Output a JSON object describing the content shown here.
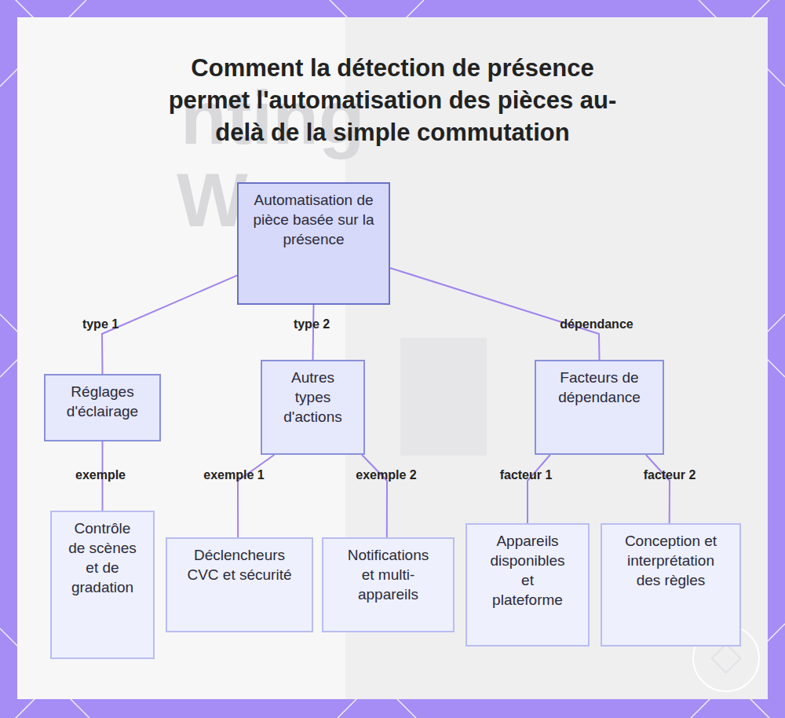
{
  "diagram": {
    "title": "Comment la détection de présence permet l'automatisation des pièces au-delà de la simple commutation",
    "nodes": [
      {
        "text": [
          "Automatisation de pièce basée sur la présence"
        ]
      },
      {
        "text": [
          "Réglages d'éclairage"
        ]
      },
      {
        "text": [
          "Autres types d'actions"
        ]
      },
      {
        "text": [
          "Facteurs de dépendance"
        ]
      },
      {
        "text": [
          "Contrôle de scènes et de gradation"
        ]
      },
      {
        "text": [
          "Déclencheurs CVC et sécurité"
        ]
      },
      {
        "text": [
          "Notifications et multi-appareils"
        ]
      },
      {
        "text": [
          "Appareils disponibles et plateforme"
        ]
      },
      {
        "text": [
          "Conception et interprétation des règles"
        ]
      }
    ],
    "edges": [
      {
        "from": 0,
        "to": 1,
        "label": "type 1",
        "arrow": "none"
      },
      {
        "from": 0,
        "to": 2,
        "label": "type 2",
        "arrow": "none"
      },
      {
        "from": 0,
        "to": 3,
        "label": "dépendance",
        "arrow": "none"
      },
      {
        "from": 1,
        "to": 4,
        "label": "exemple",
        "arrow": "none"
      },
      {
        "from": 2,
        "to": 5,
        "label": "exemple 1",
        "arrow": "none"
      },
      {
        "from": 2,
        "to": 6,
        "label": "exemple 2",
        "arrow": "none"
      },
      {
        "from": 3,
        "to": 7,
        "label": "facteur 1",
        "arrow": "none"
      },
      {
        "from": 3,
        "to": 8,
        "label": "facteur 2",
        "arrow": "none"
      }
    ],
    "labels": [
      "nting",
      "Wave"
    ]
  }
}
